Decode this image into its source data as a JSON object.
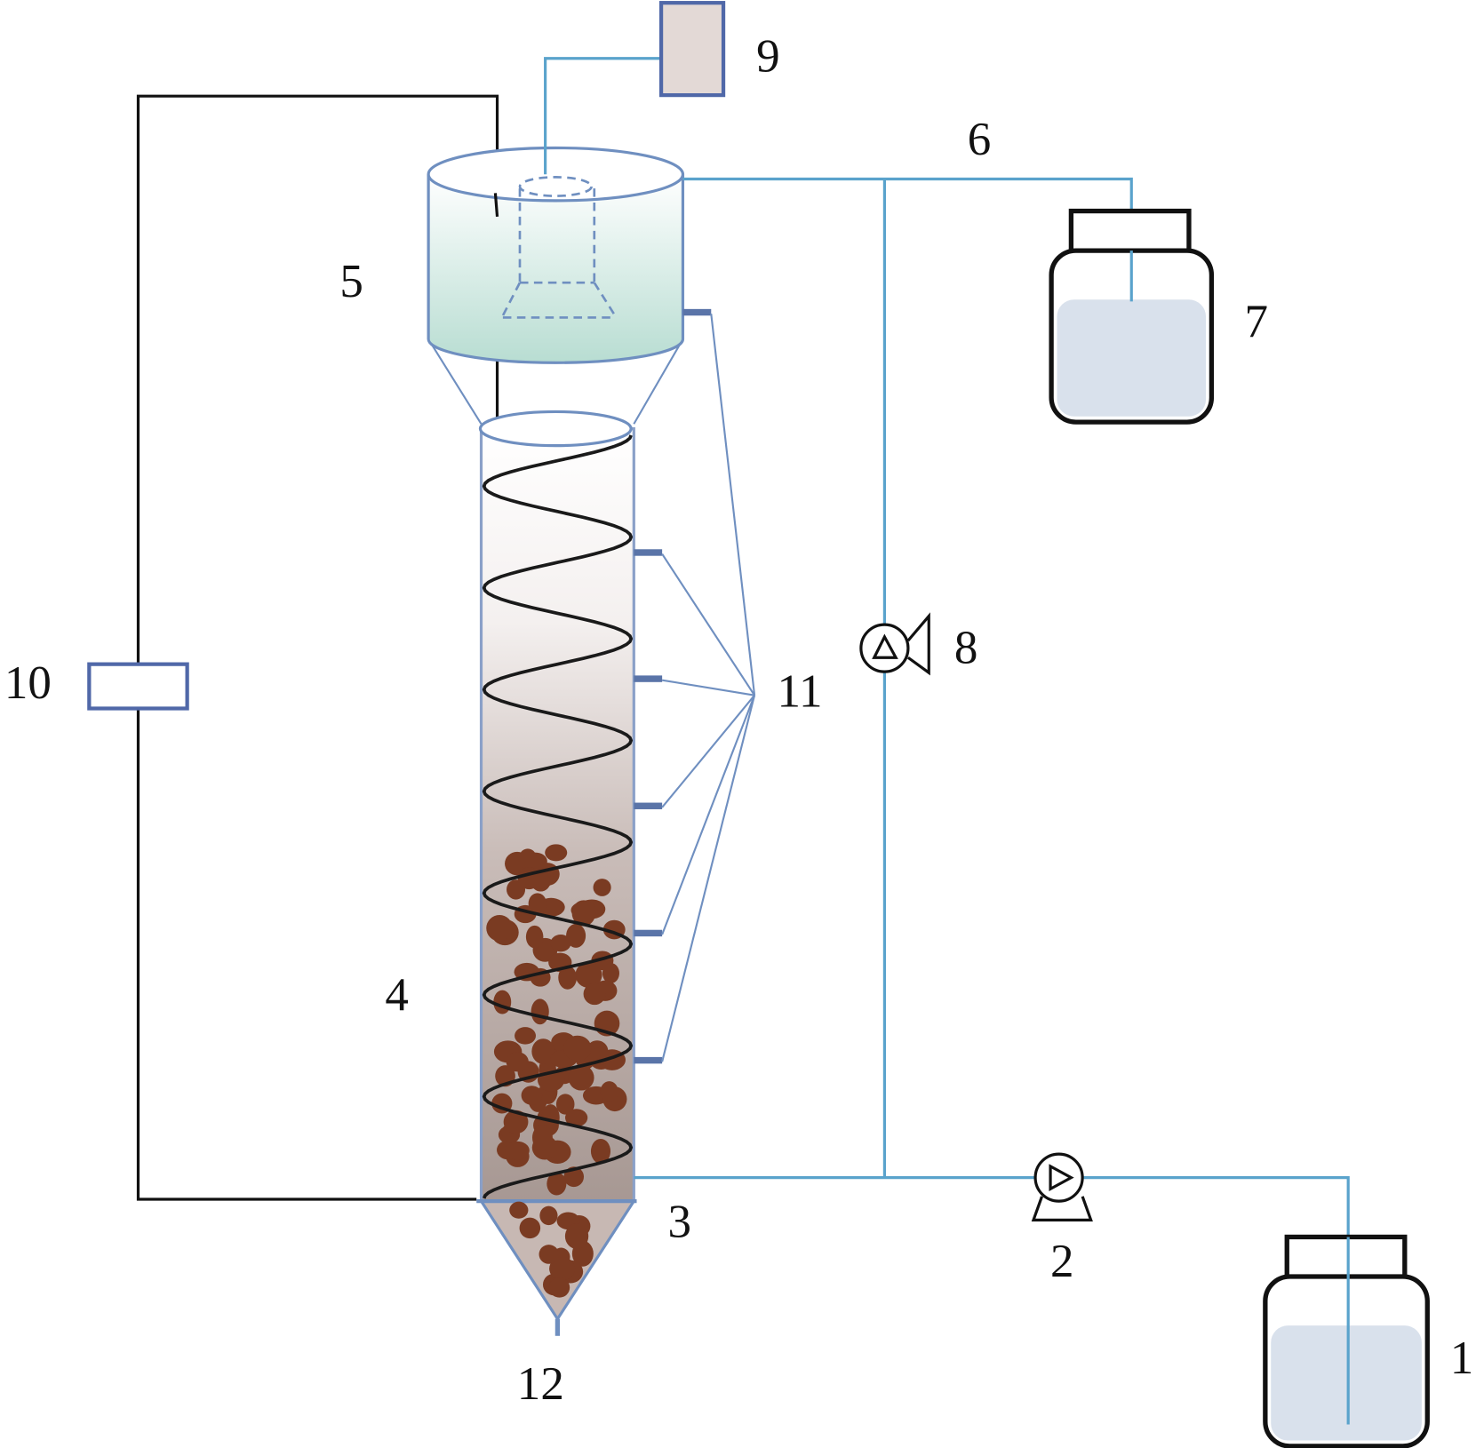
{
  "labels": {
    "influent_tank": "1",
    "feed_pump": "2",
    "inlet": "3",
    "reactor_column": "4",
    "settler": "5",
    "effluent_line": "6",
    "effluent_tank": "7",
    "recycle_pump": "8",
    "gas_collector": "9",
    "power_supply": "10",
    "sampling_ports": "11",
    "sludge_outlet": "12"
  },
  "colors": {
    "pipe": "#5aa3cc",
    "reactor_frame": "#5068a8",
    "sludge": "#7a3b22",
    "liquid": "#d9e1ec"
  }
}
